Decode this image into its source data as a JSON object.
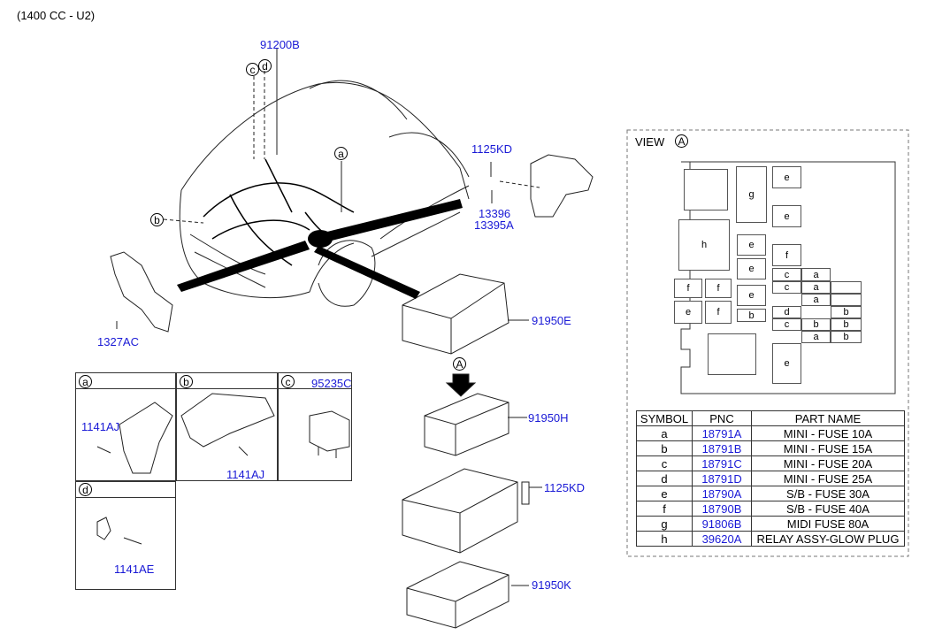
{
  "header": {
    "engine_note": "(1400 CC - U2)"
  },
  "main_callouts": {
    "wiring_harness": "91200B",
    "bolt_right": "1125KD",
    "nut_1": "13396",
    "nut_2": "13395A",
    "nut_left": "1327AC",
    "junction_box": "91950E",
    "fuse_box_upper": "91950H",
    "bolt_box": "1125KD",
    "box_lower": "91950K"
  },
  "markers": {
    "a": "a",
    "b": "b",
    "c": "c",
    "d": "d",
    "view": "A"
  },
  "detail_boxes": {
    "a": {
      "label": "a",
      "part": "1141AJ"
    },
    "b": {
      "label": "b",
      "part": "1141AJ"
    },
    "c": {
      "label": "c",
      "part": "95235C"
    },
    "d": {
      "label": "d",
      "part": "1141AE"
    }
  },
  "view_panel": {
    "title": "VIEW",
    "marker": "A",
    "slots": [
      "g",
      "e",
      "e",
      "h",
      "e",
      "f",
      "e",
      "f",
      "f",
      "e",
      "c",
      "a",
      "c",
      "a",
      "a",
      "e",
      "f",
      "b",
      "d",
      "b",
      "c",
      "b",
      "b",
      "a",
      "b",
      "e"
    ]
  },
  "parts_table": {
    "headers": [
      "SYMBOL",
      "PNC",
      "PART NAME"
    ],
    "rows": [
      {
        "symbol": "a",
        "pnc": "18791A",
        "name": "MINI - FUSE 10A"
      },
      {
        "symbol": "b",
        "pnc": "18791B",
        "name": "MINI - FUSE 15A"
      },
      {
        "symbol": "c",
        "pnc": "18791C",
        "name": "MINI - FUSE 20A"
      },
      {
        "symbol": "d",
        "pnc": "18791D",
        "name": "MINI - FUSE 25A"
      },
      {
        "symbol": "e",
        "pnc": "18790A",
        "name": "S/B - FUSE 30A"
      },
      {
        "symbol": "f",
        "pnc": "18790B",
        "name": "S/B - FUSE 40A"
      },
      {
        "symbol": "g",
        "pnc": "91806B",
        "name": "MIDI FUSE 80A"
      },
      {
        "symbol": "h",
        "pnc": "39620A",
        "name": "RELAY ASSY-GLOW PLUG"
      }
    ]
  }
}
